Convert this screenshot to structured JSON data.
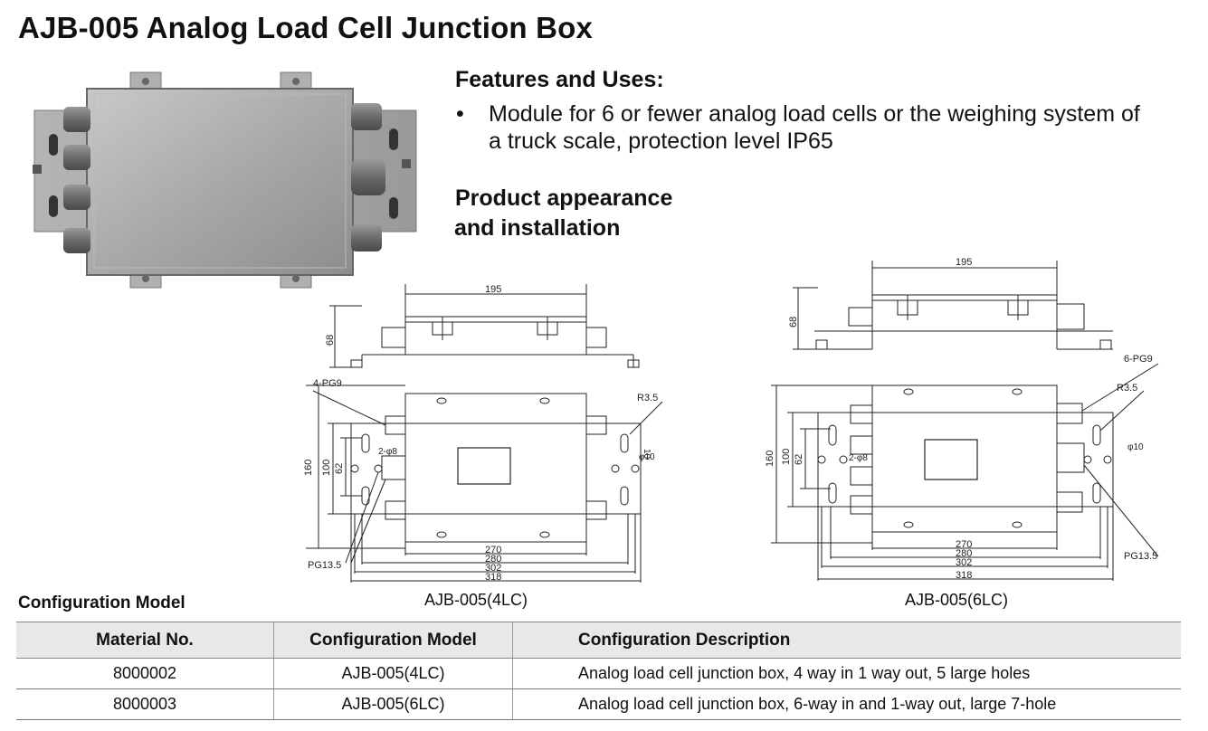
{
  "title": "AJB-005 Analog Load Cell Junction Box",
  "features": {
    "heading": "Features and Uses:",
    "bullet": "•",
    "items": [
      "Module for 6 or fewer analog load cells or the weighing system of a truck scale, protection level IP65"
    ]
  },
  "appearance_heading_line1": "Product appearance",
  "appearance_heading_line2": "and installation",
  "drawings": {
    "left": {
      "caption": "AJB-005(4LC)",
      "dims": {
        "width_top": "195",
        "height_top": "68",
        "pg_label": "4-PG9",
        "r_label": "R3.5",
        "h160": "160",
        "h100": "100",
        "h62": "62",
        "holes": "2-φ8",
        "phi10": "φ10",
        "ten": "10",
        "pg13": "PG13.5",
        "w270": "270",
        "w280": "280",
        "w302": "302",
        "w318": "318"
      }
    },
    "right": {
      "caption": "AJB-005(6LC)",
      "dims": {
        "width_top": "195",
        "height_top": "68",
        "pg_label": "6-PG9",
        "r_label": "R3.5",
        "h160": "160",
        "h100": "100",
        "h62": "62",
        "holes": "2-φ8",
        "phi10": "φ10",
        "pg13": "PG13.5",
        "w270": "270",
        "w280": "280",
        "w302": "302",
        "w318": "318"
      }
    }
  },
  "config_label": "Configuration Model",
  "table": {
    "headers": [
      "Material No.",
      "Configuration Model",
      "Configuration Description"
    ],
    "rows": [
      [
        "8000002",
        "AJB-005(4LC)",
        "Analog load cell junction box, 4 way in 1 way out, 5 large holes"
      ],
      [
        "8000003",
        "AJB-005(6LC)",
        "Analog load cell junction box, 6-way in and 1-way out, large 7-hole"
      ]
    ]
  }
}
